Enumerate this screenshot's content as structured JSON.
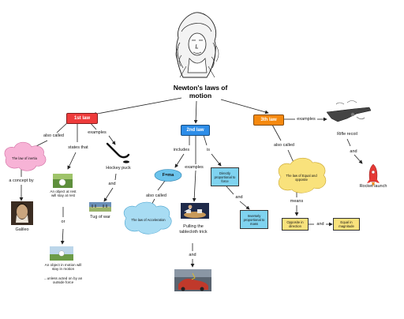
{
  "title": "Newton's laws of motion",
  "laws": {
    "first": "1st law",
    "second": "2nd law",
    "third": "3th law"
  },
  "first_law": {
    "also_called_link": "also called",
    "states_that_link": "states that",
    "examples_link": "examples",
    "inertia": "The law of inertia",
    "concept_by": "a concept by",
    "galileo": "Galileo",
    "rest_statement": "An object at rest will stay at rest",
    "or_link": "or",
    "motion_statement": "An object in motion will stay in motion",
    "unless": "...unless acted on by an outside force",
    "hockey_puck": "Hockey puck",
    "and_link": "and",
    "tug_of_war": "Tug of war"
  },
  "second_law": {
    "includes_link": "includes",
    "is_link": "is",
    "examples_link": "examples",
    "formula": "F=ma",
    "also_called_link": "also called",
    "acceleration": "The law of Acceleration",
    "directly": "Directly proportional to force",
    "and_link": "and",
    "inversely": "Inversely proportional to mass",
    "tablecloth": "Pulling the tablecloth trick",
    "and_link_2": "and"
  },
  "third_law": {
    "examples_link": "examples",
    "rifle": "Rifle recoil",
    "and_link": "and",
    "rocket": "Rocket launch",
    "also_called_link": "also called",
    "equal_opposite": "The law of Equal and opposite",
    "means_link": "means",
    "opposite_direction": "Opposite in direction",
    "and_link_2": "and",
    "equal_magnitude": "Equal in magnitude"
  },
  "colors": {
    "law_red": "#ee3b3b",
    "law_blue": "#2d8de8",
    "law_orange": "#f5890e",
    "cloud_pink": "#f7b3d6",
    "cloud_blue": "#a8dcf3",
    "cloud_yellow": "#f9e27c",
    "box_cyan": "#7fd3f0",
    "box_yellow": "#f9e27c",
    "rocket_red": "#e53935"
  },
  "icons": [
    "newton-portrait-icon",
    "galileo-portrait-icon",
    "golf-ball-photo",
    "hockey-stick-icon",
    "tug-of-war-photo",
    "rolling-ball-photo",
    "tablecloth-trick-photo",
    "car-crash-photo",
    "rifle-icon",
    "rocket-icon",
    "arrow-icon"
  ]
}
